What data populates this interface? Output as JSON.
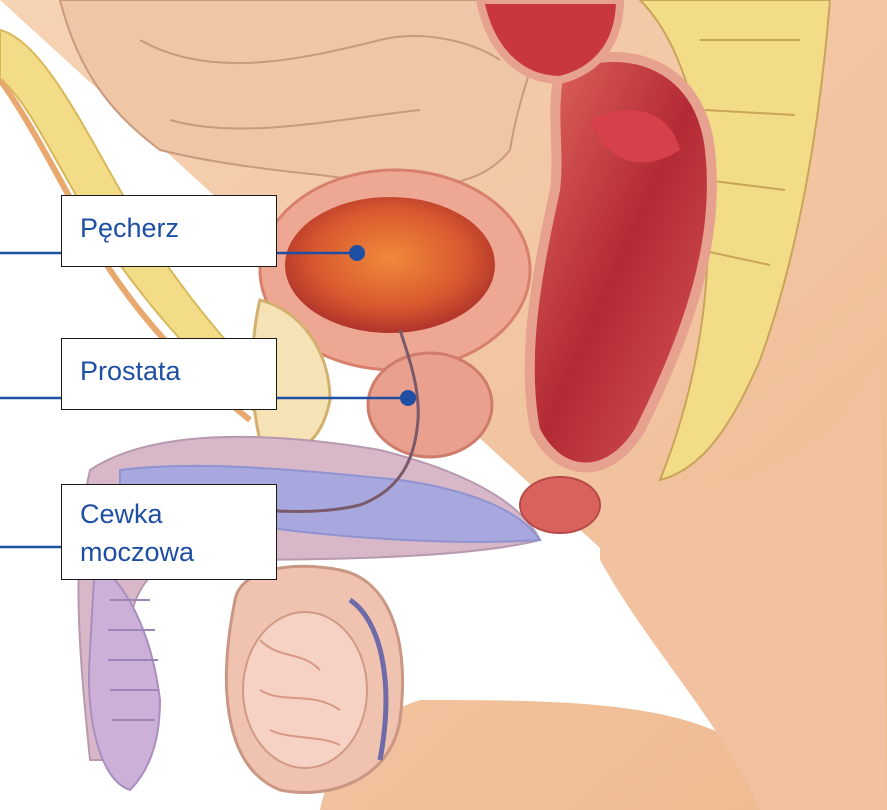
{
  "labels": {
    "pecherz": "Pęcherz",
    "prostata": "Prostata",
    "cewka_line1": "Cewka",
    "cewka_line2": "moczowa"
  },
  "colors": {
    "label_text": "#1f4fa3",
    "leader_line": "#1f4fa3",
    "skin": "#f3c9a6",
    "tissue_pink": "#e9a592",
    "muscle_red": "#b8343a",
    "fat_yellow": "#f3dc88",
    "nerve_blue": "#8f93cf"
  }
}
